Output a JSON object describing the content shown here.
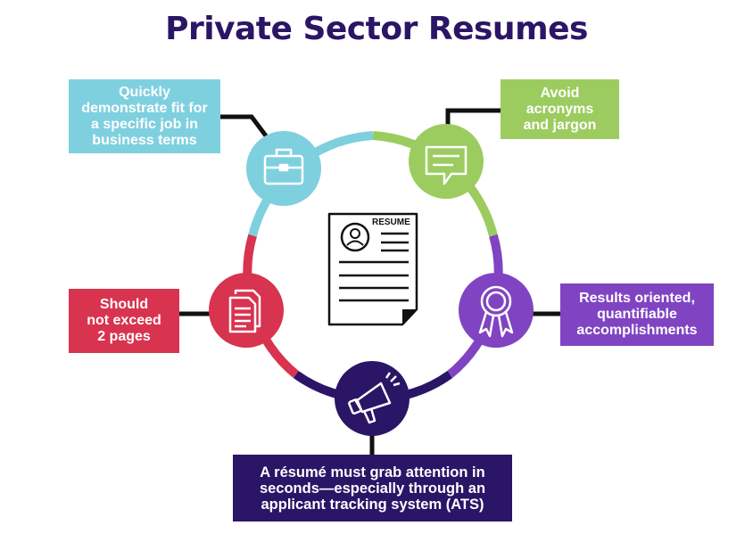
{
  "title": "Private Sector Resumes",
  "resume_label": "RESUME",
  "colors": {
    "title": "#2b1566",
    "teal": "#7fd0df",
    "green": "#9ccc5f",
    "purple": "#8044c2",
    "red": "#d8334f",
    "navy": "#2b1566"
  },
  "nodes": [
    {
      "icon": "briefcase-icon",
      "text": [
        "Quickly",
        "demonstrate fit for",
        "a specific job in",
        "business terms"
      ]
    },
    {
      "icon": "chat-bubble-icon",
      "text": [
        "Avoid",
        "acronyms",
        "and jargon"
      ]
    },
    {
      "icon": "award-ribbon-icon",
      "text": [
        "Results oriented,",
        "quantifiable",
        "accomplishments"
      ]
    },
    {
      "icon": "megaphone-icon",
      "text": [
        "A résumé must grab attention in",
        "seconds—especially through an",
        "applicant tracking system (ATS)"
      ]
    },
    {
      "icon": "documents-icon",
      "text": [
        "Should",
        "not exceed",
        "2 pages"
      ]
    }
  ]
}
